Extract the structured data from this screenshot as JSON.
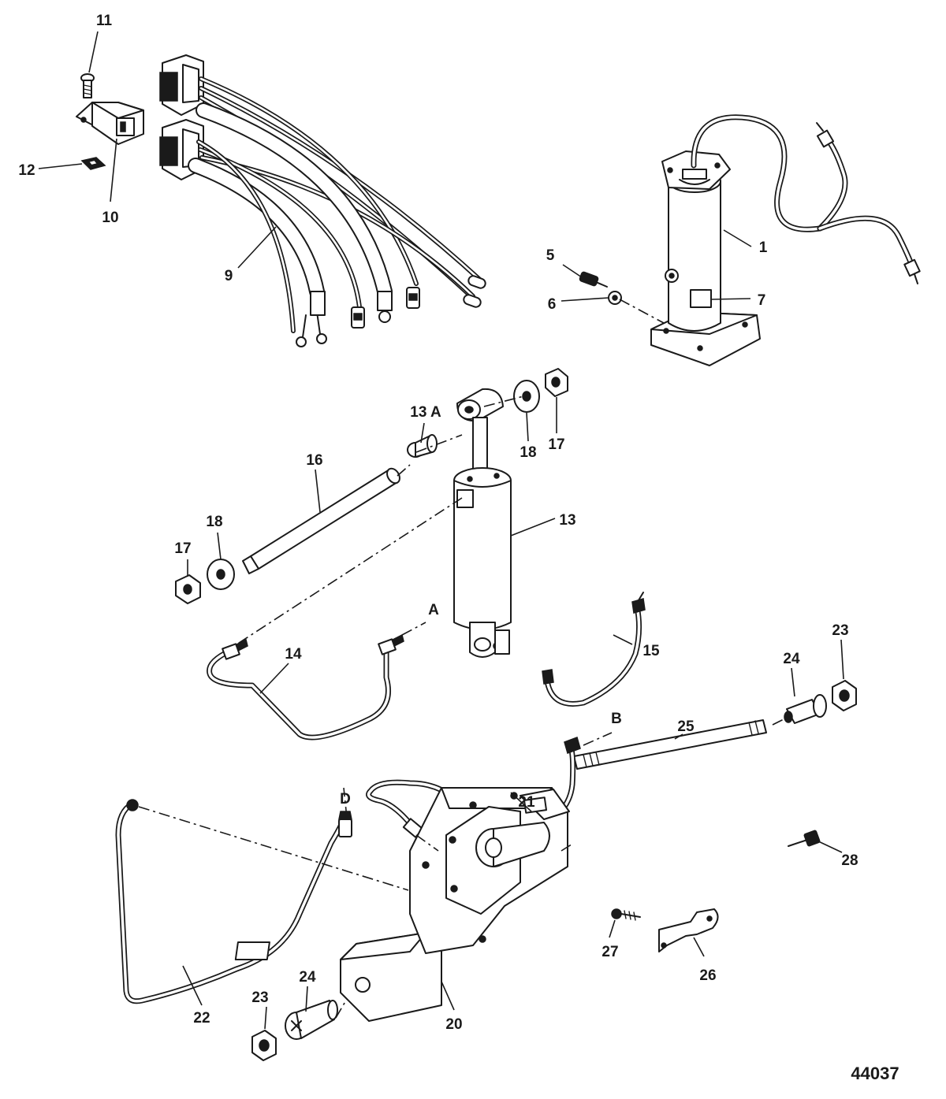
{
  "drawing_number": "44037",
  "callouts": {
    "p1": "1",
    "p5": "5",
    "p6": "6",
    "p7": "7",
    "p9": "9",
    "p10": "10",
    "p11": "11",
    "p12": "12",
    "p13": "13",
    "p13a": "13 A",
    "p14": "14",
    "p15": "15",
    "p16": "16",
    "p17a": "17",
    "p17b": "17",
    "p18a": "18",
    "p18b": "18",
    "p20": "20",
    "p21": "21",
    "p22": "22",
    "p23a": "23",
    "p23b": "23",
    "p24a": "24",
    "p24b": "24",
    "p25": "25",
    "p26": "26",
    "p27": "27",
    "p28": "28"
  },
  "connection_letters": {
    "a": "A",
    "b": "B",
    "d": "D"
  }
}
